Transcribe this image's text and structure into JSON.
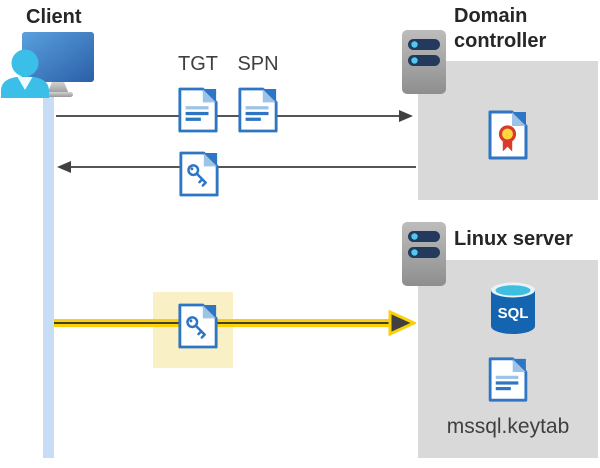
{
  "labels": {
    "client": "Client",
    "tgt": "TGT",
    "spn": "SPN",
    "domain_controller": "Domain controller",
    "linux_server": "Linux server",
    "sql": "SQL",
    "keytab_file": "mssql.keytab"
  },
  "icons": {
    "client": "monitor-with-user-icon",
    "domain_controller": "server-icon",
    "linux_server": "server-icon",
    "tgt_request": "document-icon",
    "spn_request": "document-icon",
    "service_ticket": "key-document-icon",
    "certificate": "certificate-icon",
    "sql_database": "sql-database-icon",
    "keytab_file": "document-icon"
  },
  "colors": {
    "doc_blue": "#2E75C4",
    "doc_blue_light": "#9DC3E6",
    "box_gray": "#D9D9D9",
    "arrow_gray": "#555555",
    "arrowhead_gray": "#404040",
    "lifeline_blue": "#C7DDF6",
    "highlight_cream": "#FAF0C5",
    "arrow_yellow": "#FCD005",
    "server_navy": "#24395E",
    "server_dot_cyan": "#53C7EE",
    "person_cyan": "#3BBEE8",
    "sql_blue": "#1464B0",
    "sql_top_cyan": "#3FBEE0",
    "cert_red": "#D93A2D",
    "cert_yellow": "#FFD83D",
    "title_text": "#262626",
    "label_text": "#3F3F3F"
  }
}
